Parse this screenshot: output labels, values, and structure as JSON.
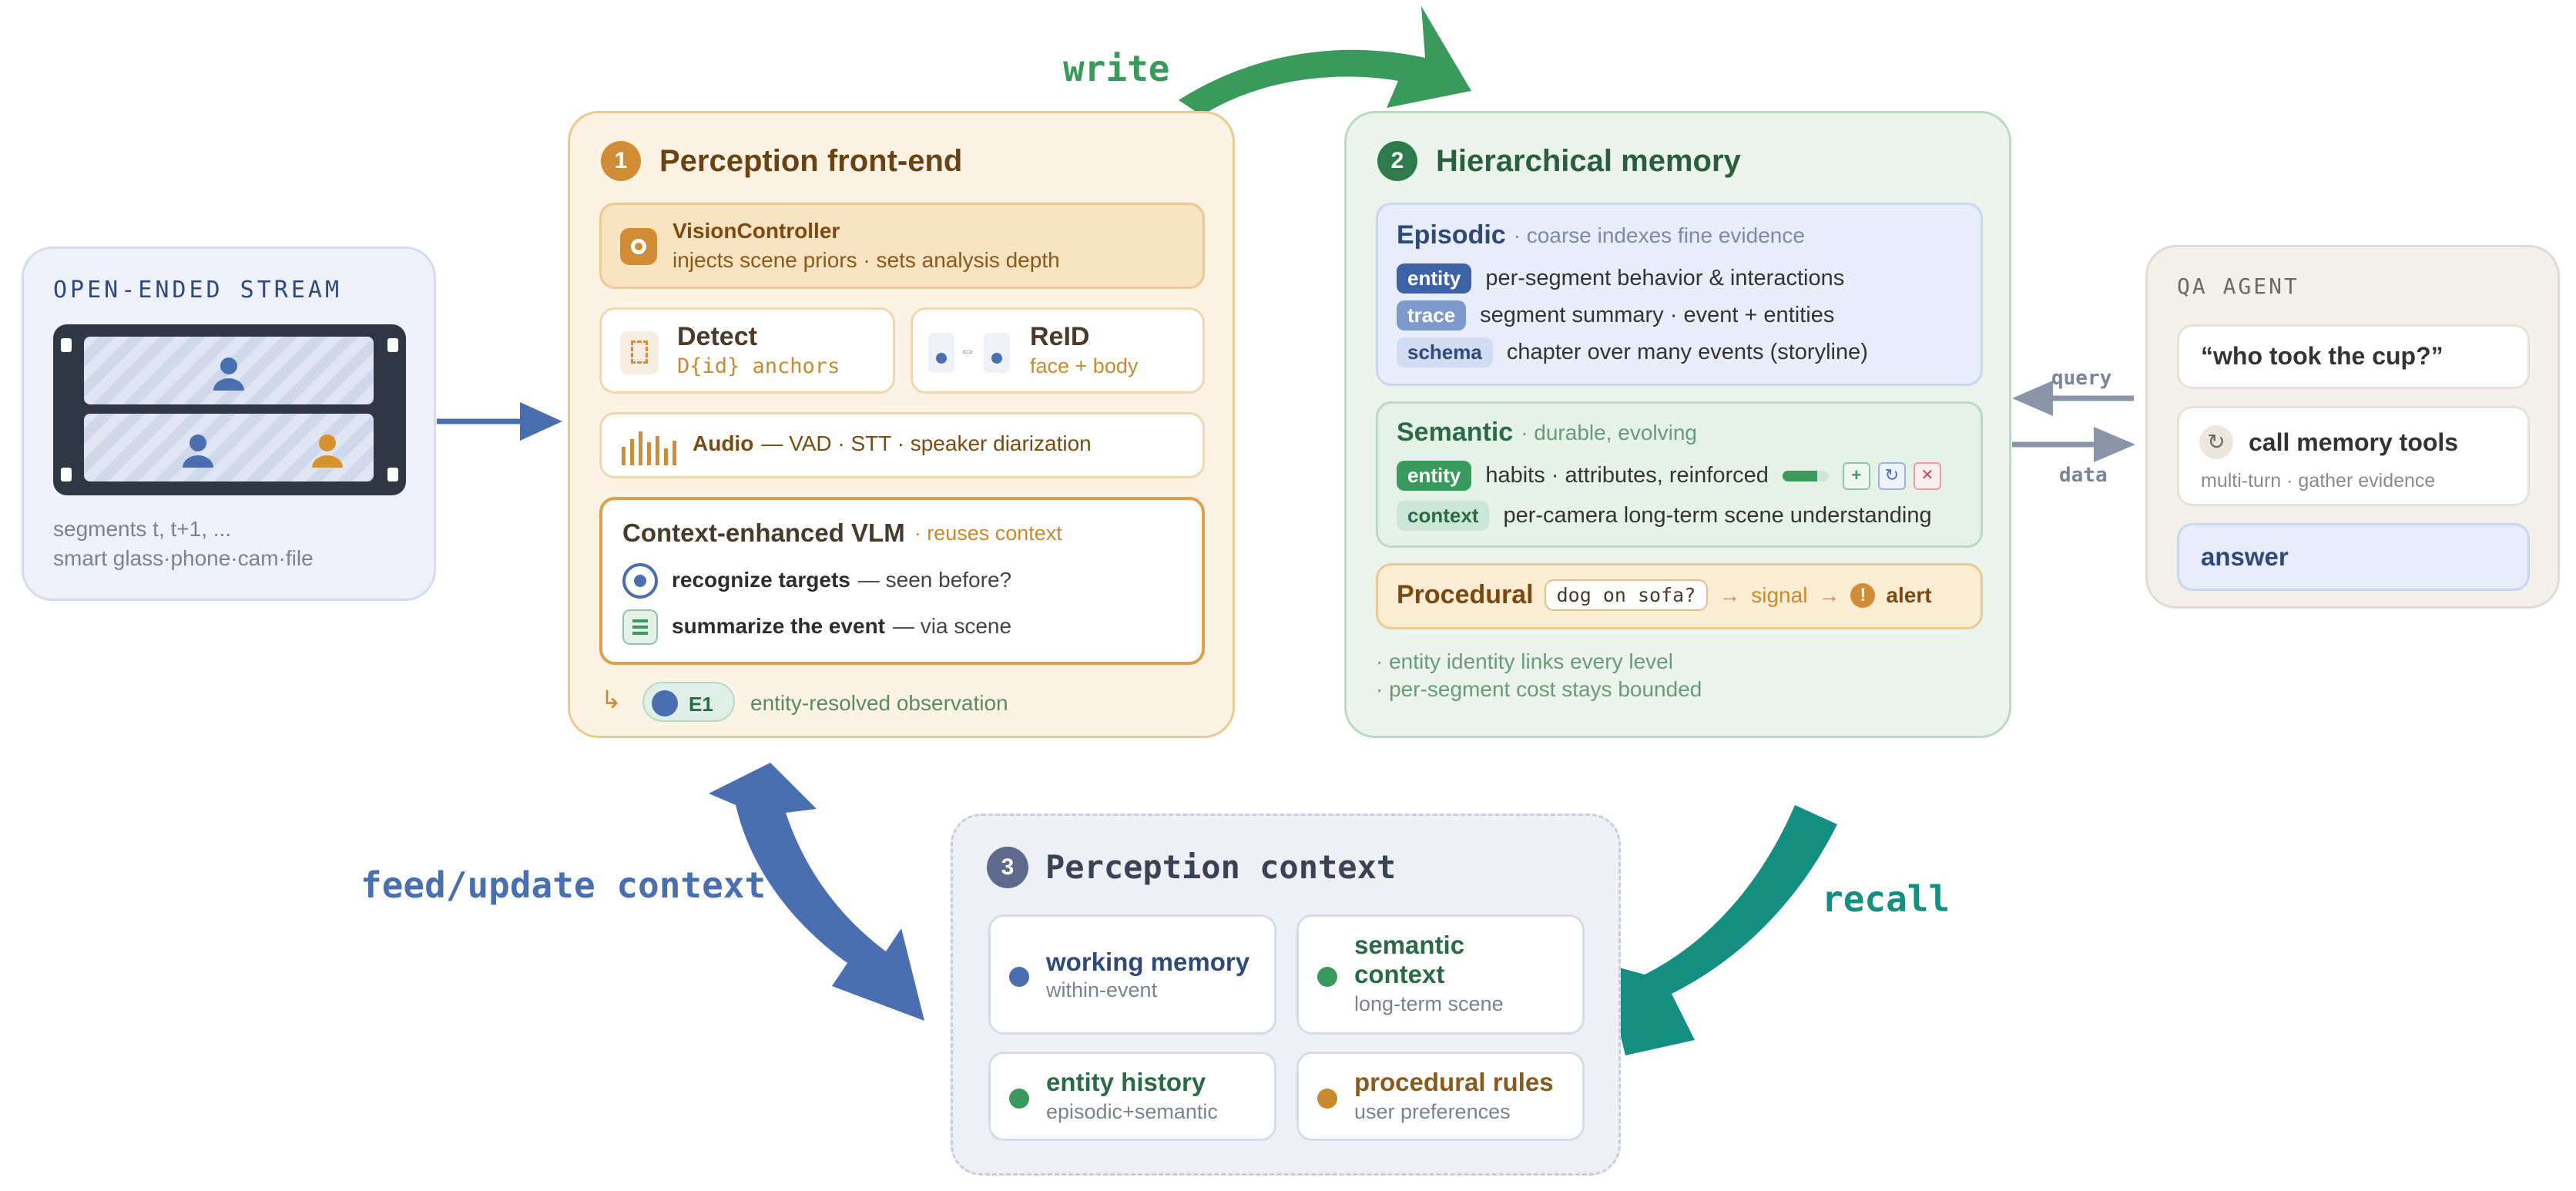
{
  "arrows": {
    "write": "write",
    "recall": "recall",
    "feed": "feed/update context",
    "query": "query",
    "data": "data"
  },
  "stream": {
    "title": "OPEN-ENDED STREAM",
    "line1": "segments t, t+1, ...",
    "line2": "smart glass·phone·cam·file"
  },
  "perception": {
    "num": "1",
    "title": "Perception front-end",
    "vision_title": "VisionController",
    "vision_sub": "injects scene priors · sets analysis depth",
    "detect_title": "Detect",
    "detect_sub": "D{id} anchors",
    "reid_title": "ReID",
    "reid_sub": "face + body",
    "audio_label": "Audio",
    "audio_rest": "— VAD · STT · speaker diarization",
    "vlm_title": "Context-enhanced VLM",
    "vlm_note": "· reuses context",
    "vlm_item1_bold": "recognize targets",
    "vlm_item1_rest": "— seen before?",
    "vlm_item2_bold": "summarize the event",
    "vlm_item2_rest": "— via scene",
    "e1": "E1",
    "observation": "entity-resolved observation"
  },
  "memory": {
    "num": "2",
    "title": "Hierarchical memory",
    "episodic_title": "Episodic",
    "episodic_note": "· coarse indexes fine evidence",
    "episodic_rows": [
      {
        "tag": "entity",
        "text": "per-segment behavior & interactions"
      },
      {
        "tag": "trace",
        "text": "segment summary · event + entities"
      },
      {
        "tag": "schema",
        "text": "chapter over many events (storyline)"
      }
    ],
    "semantic_title": "Semantic",
    "semantic_note": "· durable, evolving",
    "semantic_rows": [
      {
        "tag": "entity",
        "text": "habits · attributes, reinforced"
      },
      {
        "tag": "context",
        "text": "per-camera long-term scene understanding"
      }
    ],
    "semantic_icons": [
      "+",
      "↻",
      "✕"
    ],
    "procedural_title": "Procedural",
    "procedural_query": "dog on sofa?",
    "procedural_signal": "signal",
    "procedural_alert": "alert",
    "note1": "· entity identity links every level",
    "note2": "· per-segment cost stays bounded"
  },
  "qa": {
    "title": "QA AGENT",
    "question": "“who took the cup?”",
    "tools_title": "call memory tools",
    "tools_sub": "multi-turn · gather evidence",
    "answer": "answer"
  },
  "context": {
    "num": "3",
    "title": "Perception context",
    "cells": [
      {
        "title": "working memory",
        "sub": "within-event"
      },
      {
        "title": "semantic context",
        "sub": "long-term scene"
      },
      {
        "title": "entity history",
        "sub": "episodic+semantic"
      },
      {
        "title": "procedural rules",
        "sub": "user preferences"
      }
    ]
  },
  "colors": {
    "blue": "#4a6fb0",
    "green": "#3a9a5c",
    "teal": "#168f83",
    "orange": "#c98a2e",
    "gray_arrow": "#8a96a8"
  }
}
